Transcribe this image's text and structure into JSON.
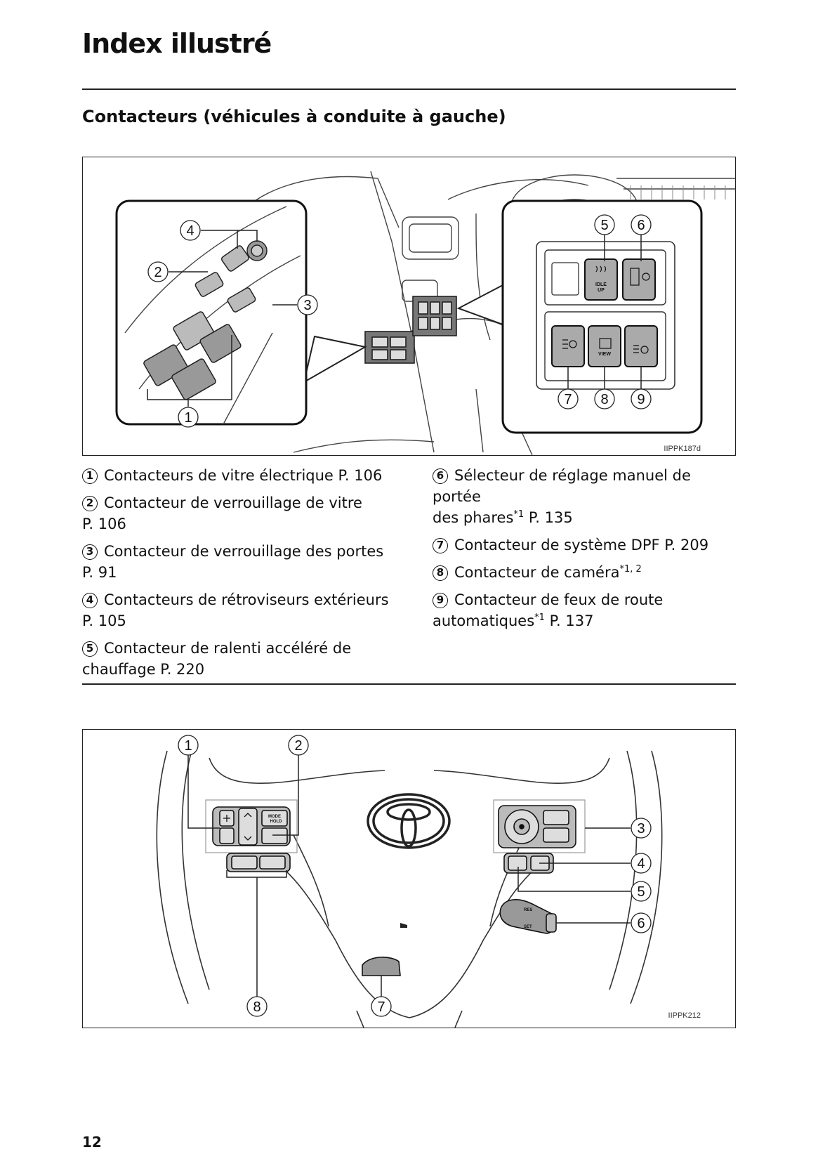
{
  "page_title": "Index illustré",
  "section_title": "Contacteurs (véhicules à conduite à gauche)",
  "figure1": {
    "code": "IIPPK187d",
    "callouts": [
      "1",
      "2",
      "3",
      "4",
      "5",
      "6",
      "7",
      "8",
      "9"
    ],
    "button_labels": {
      "idle": "IDLE",
      "up": "UP",
      "view": "VIEW"
    }
  },
  "items_left": [
    {
      "num": "1",
      "text": "Contacteurs de vitre électrique P. 106"
    },
    {
      "num": "2",
      "text": "Contacteur de verrouillage de vitre",
      "text2": "P. 106"
    },
    {
      "num": "3",
      "text": "Contacteur de verrouillage des portes",
      "text2": "P. 91"
    },
    {
      "num": "4",
      "text": "Contacteurs de rétroviseurs extérieurs",
      "text2": "P. 105"
    },
    {
      "num": "5",
      "text": "Contacteur de ralenti accéléré de",
      "text2": "chauffage P. 220"
    }
  ],
  "items_right": [
    {
      "num": "6",
      "text": "Sélecteur de réglage manuel de portée",
      "text2": "des phares",
      "sup": "*1",
      "tail": " P. 135"
    },
    {
      "num": "7",
      "text": "Contacteur de système DPF P. 209"
    },
    {
      "num": "8",
      "text": "Contacteur de caméra",
      "sup": "*1, 2"
    },
    {
      "num": "9",
      "text": "Contacteur de feux de route",
      "text2": "automatiques",
      "sup": "*1",
      "tail": " P. 137"
    }
  ],
  "figure2": {
    "code": "IIPPK212",
    "callouts": [
      "1",
      "2",
      "3",
      "4",
      "5",
      "6",
      "7",
      "8"
    ],
    "button_labels": {
      "mode": "MODE",
      "hold": "HOLD",
      "res": "RES",
      "set": "SET"
    }
  },
  "page_number": "12"
}
